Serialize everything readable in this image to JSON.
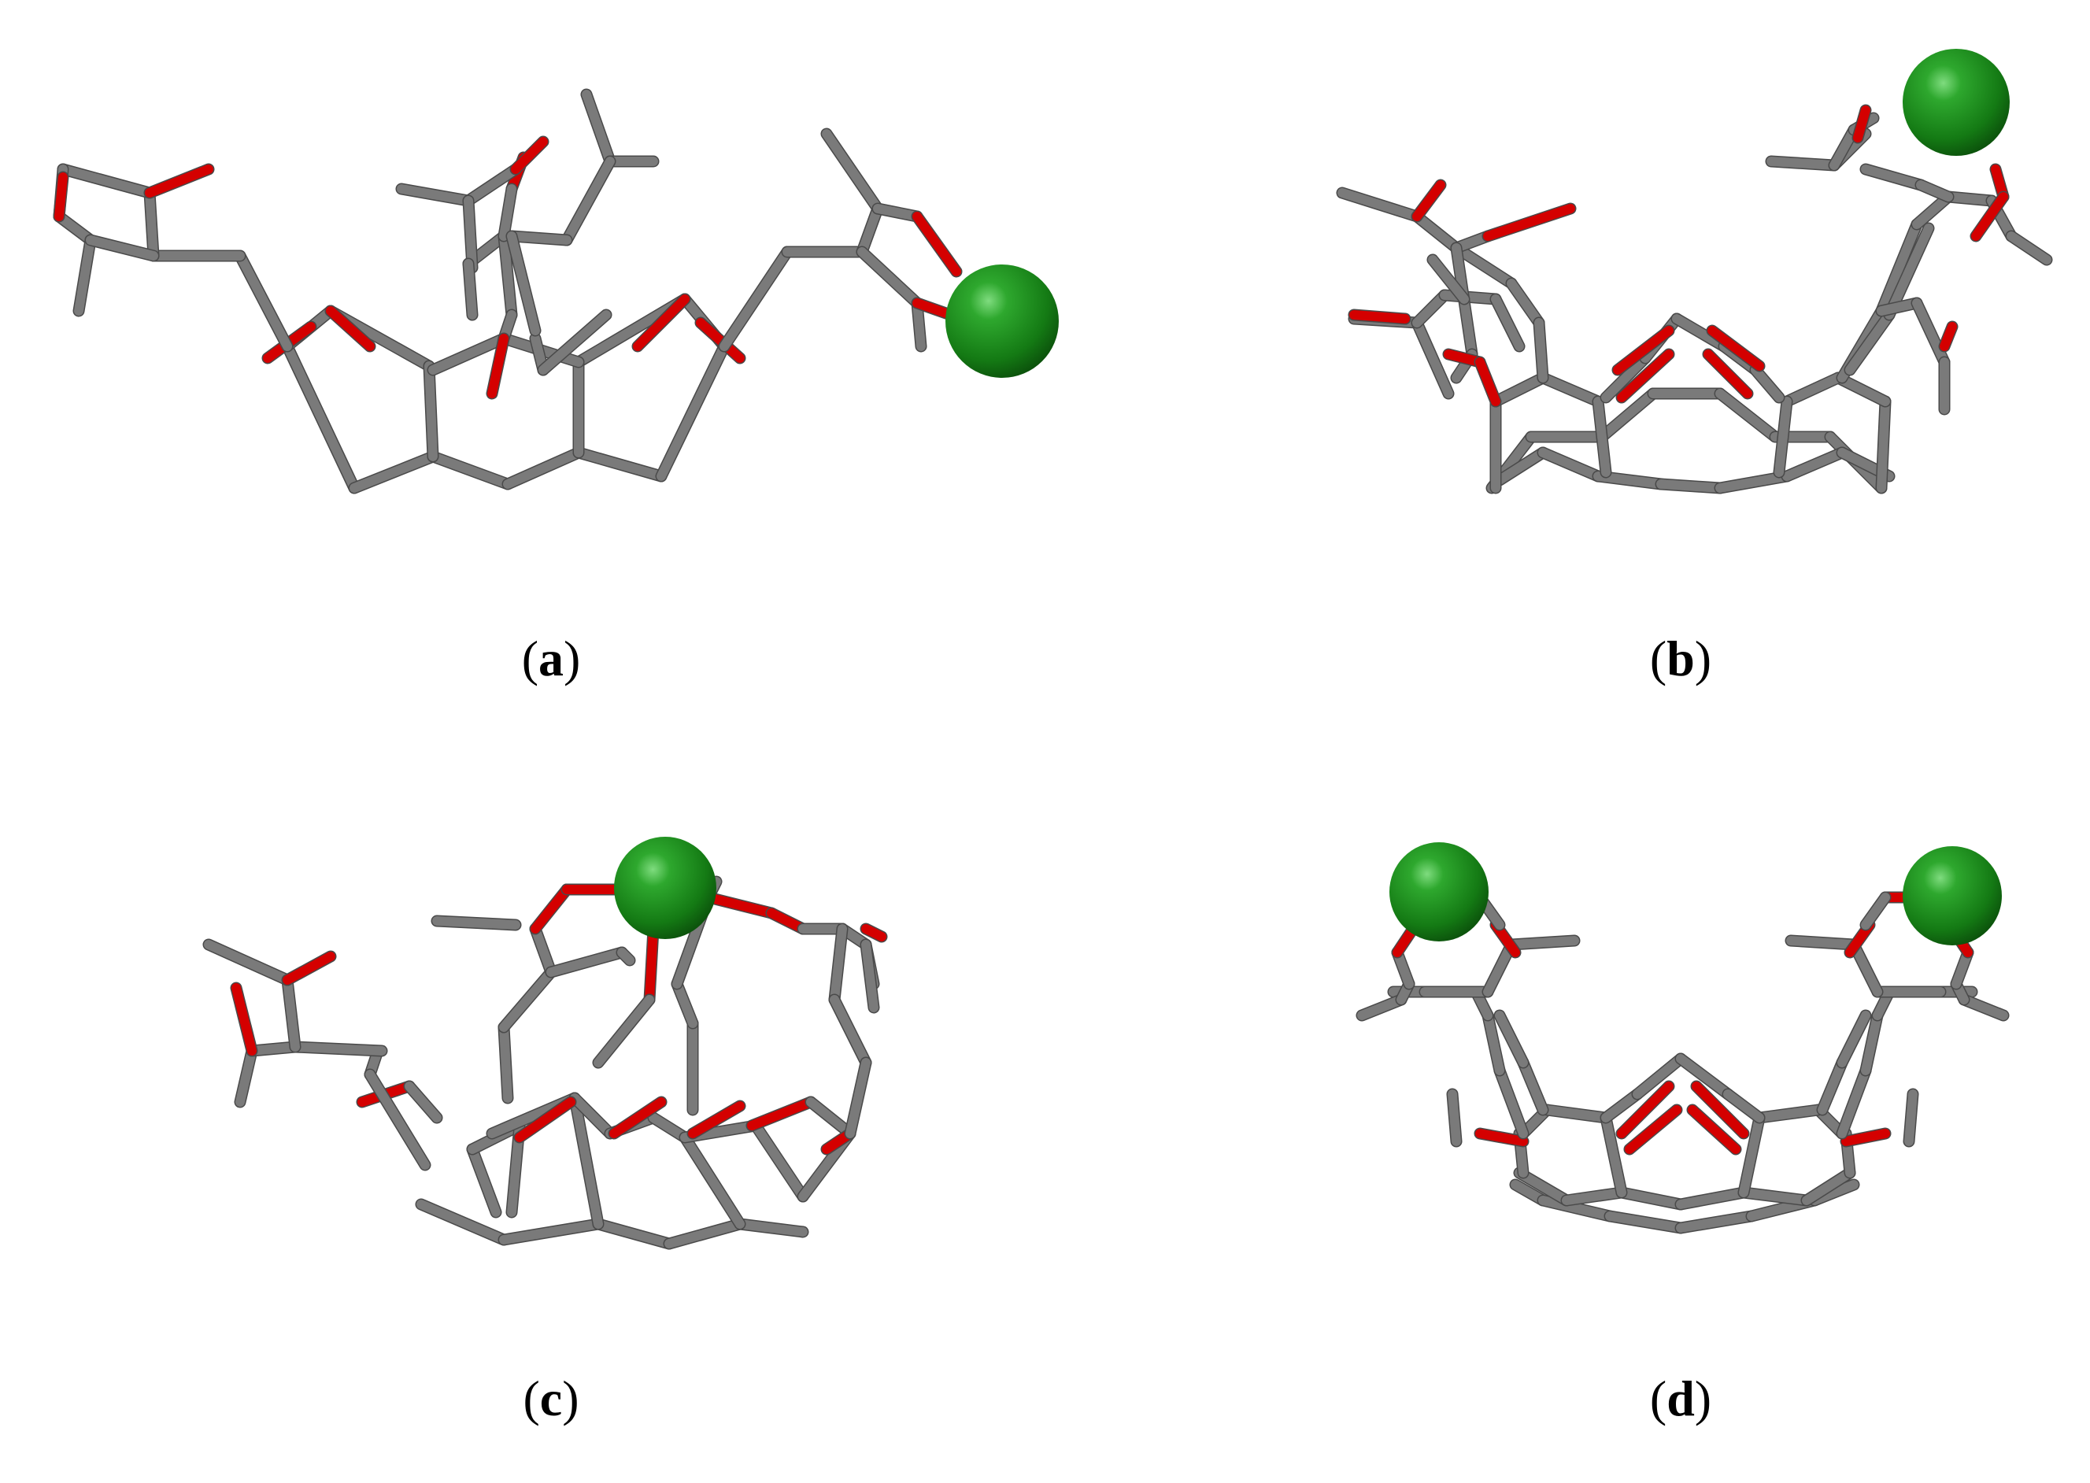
{
  "panels": [
    {
      "id": "a",
      "letter": "a"
    },
    {
      "id": "b",
      "letter": "b"
    },
    {
      "id": "c",
      "letter": "c"
    },
    {
      "id": "d",
      "letter": "d"
    }
  ],
  "colors": {
    "carbon": "#7a7a7a",
    "oxygen": "#d40000",
    "ion": "#178a17"
  }
}
